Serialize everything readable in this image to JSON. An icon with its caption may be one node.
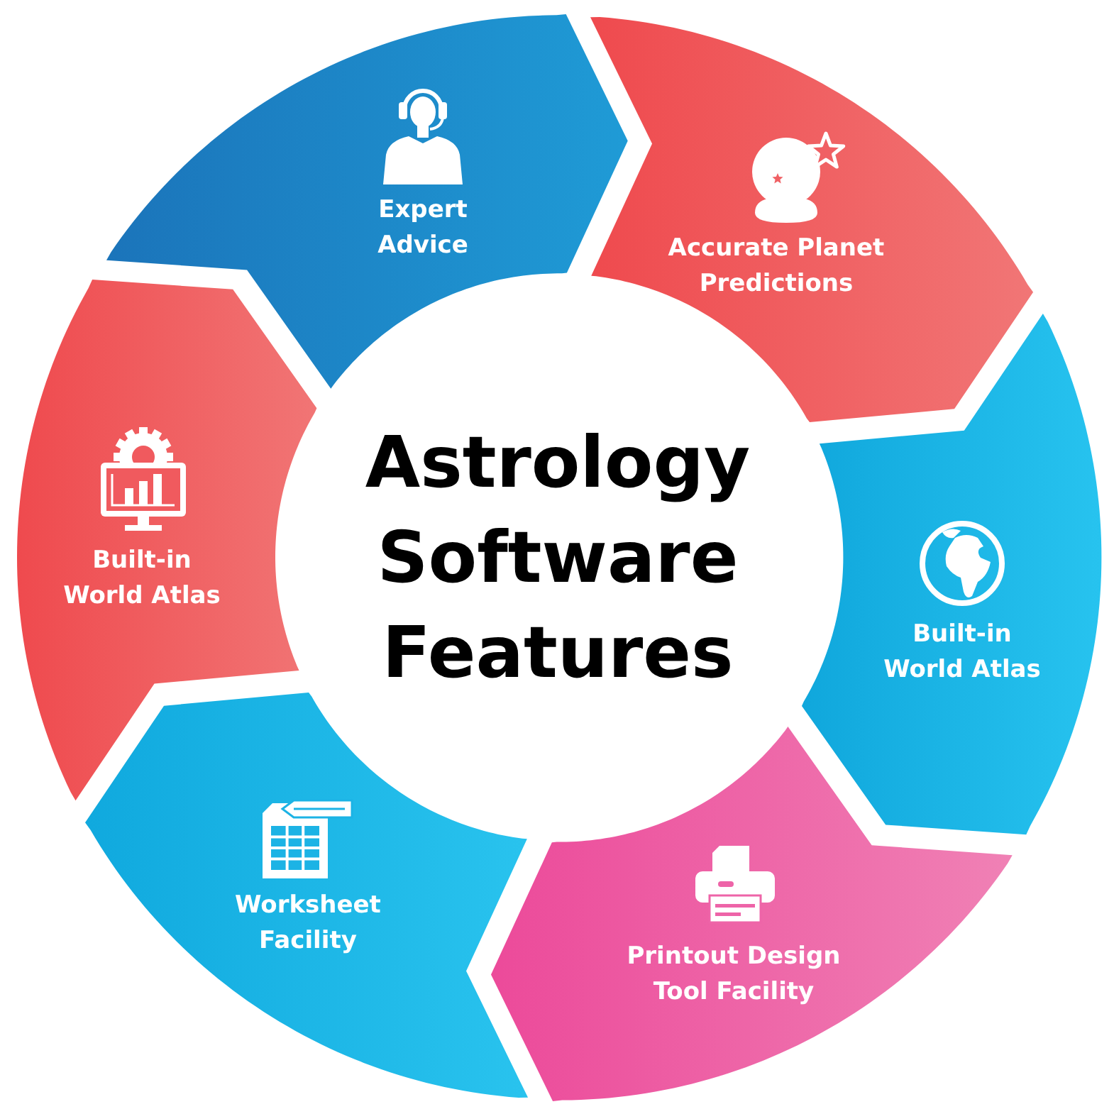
{
  "diagram": {
    "title": "Astrology Software Features",
    "nodes": [
      {
        "text": [
          "Expert Advice"
        ]
      },
      {
        "text": [
          "Accurate Planet Predictions"
        ]
      },
      {
        "text": [
          "Built-in World Atlas"
        ]
      },
      {
        "text": [
          "Printout Design Tool Facility"
        ]
      },
      {
        "text": [
          "Worksheet Facility"
        ]
      },
      {
        "text": [
          "Built-in World Atlas"
        ]
      }
    ]
  }
}
